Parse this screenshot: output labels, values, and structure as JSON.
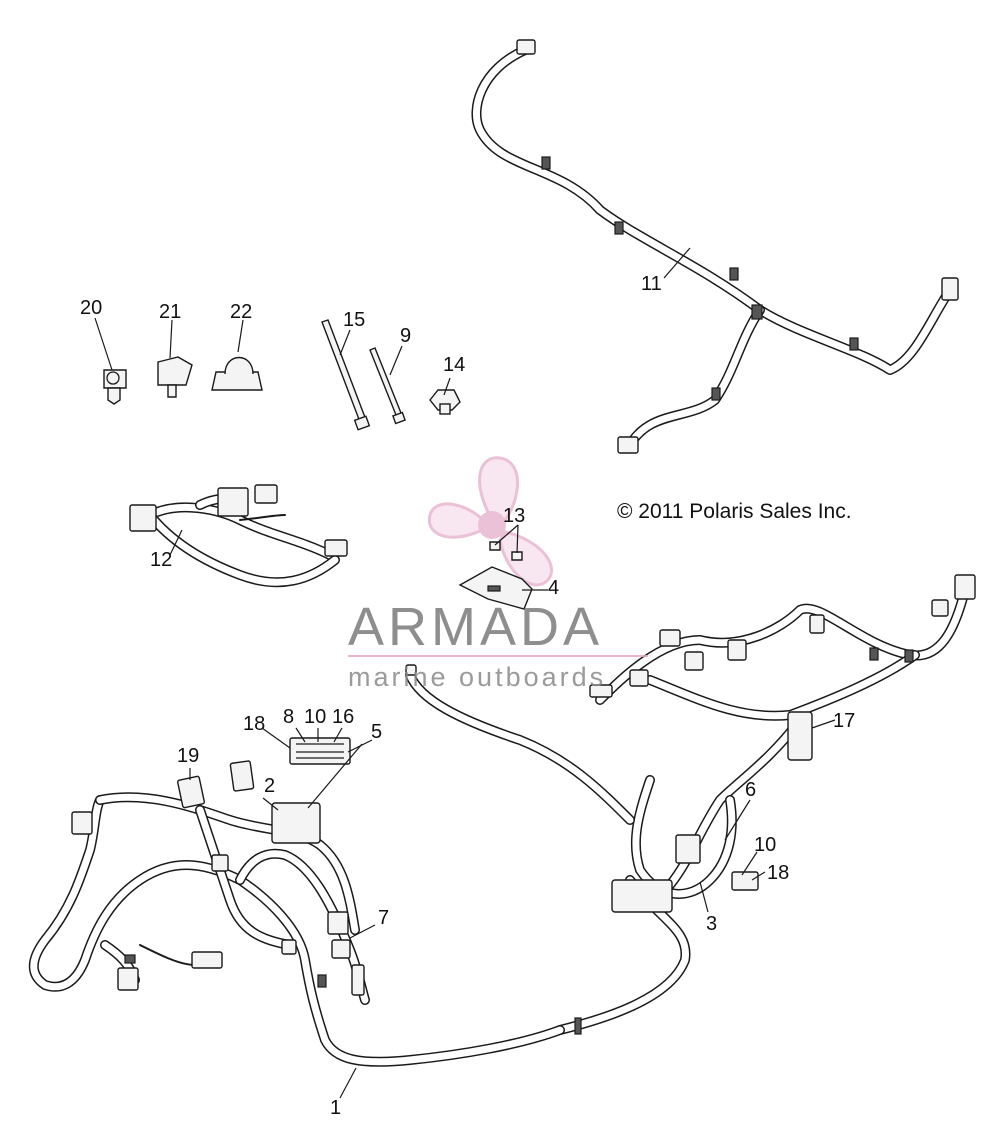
{
  "diagram": {
    "copyright": "© 2011 Polaris Sales Inc.",
    "callouts": [
      {
        "id": "c1",
        "text": "1"
      },
      {
        "id": "c2",
        "text": "2"
      },
      {
        "id": "c3",
        "text": "3"
      },
      {
        "id": "c4",
        "text": "4"
      },
      {
        "id": "c5",
        "text": "5"
      },
      {
        "id": "c6",
        "text": "6"
      },
      {
        "id": "c7",
        "text": "7"
      },
      {
        "id": "c8",
        "text": "8"
      },
      {
        "id": "c9",
        "text": "9"
      },
      {
        "id": "c10a",
        "text": "10"
      },
      {
        "id": "c10b",
        "text": "10"
      },
      {
        "id": "c11",
        "text": "11"
      },
      {
        "id": "c12",
        "text": "12"
      },
      {
        "id": "c13",
        "text": "13"
      },
      {
        "id": "c14",
        "text": "14"
      },
      {
        "id": "c15",
        "text": "15"
      },
      {
        "id": "c16",
        "text": "16"
      },
      {
        "id": "c17",
        "text": "17"
      },
      {
        "id": "c18a",
        "text": "18"
      },
      {
        "id": "c18b",
        "text": "18"
      },
      {
        "id": "c19",
        "text": "19"
      },
      {
        "id": "c20",
        "text": "20"
      },
      {
        "id": "c21",
        "text": "21"
      },
      {
        "id": "c22",
        "text": "22"
      }
    ]
  },
  "watermark": {
    "brand": "ARMADA",
    "tagline": "marine outboards",
    "accent_color": "#e0a9c6"
  },
  "colors": {
    "line": "#1a1a1a",
    "background": "#ffffff"
  }
}
